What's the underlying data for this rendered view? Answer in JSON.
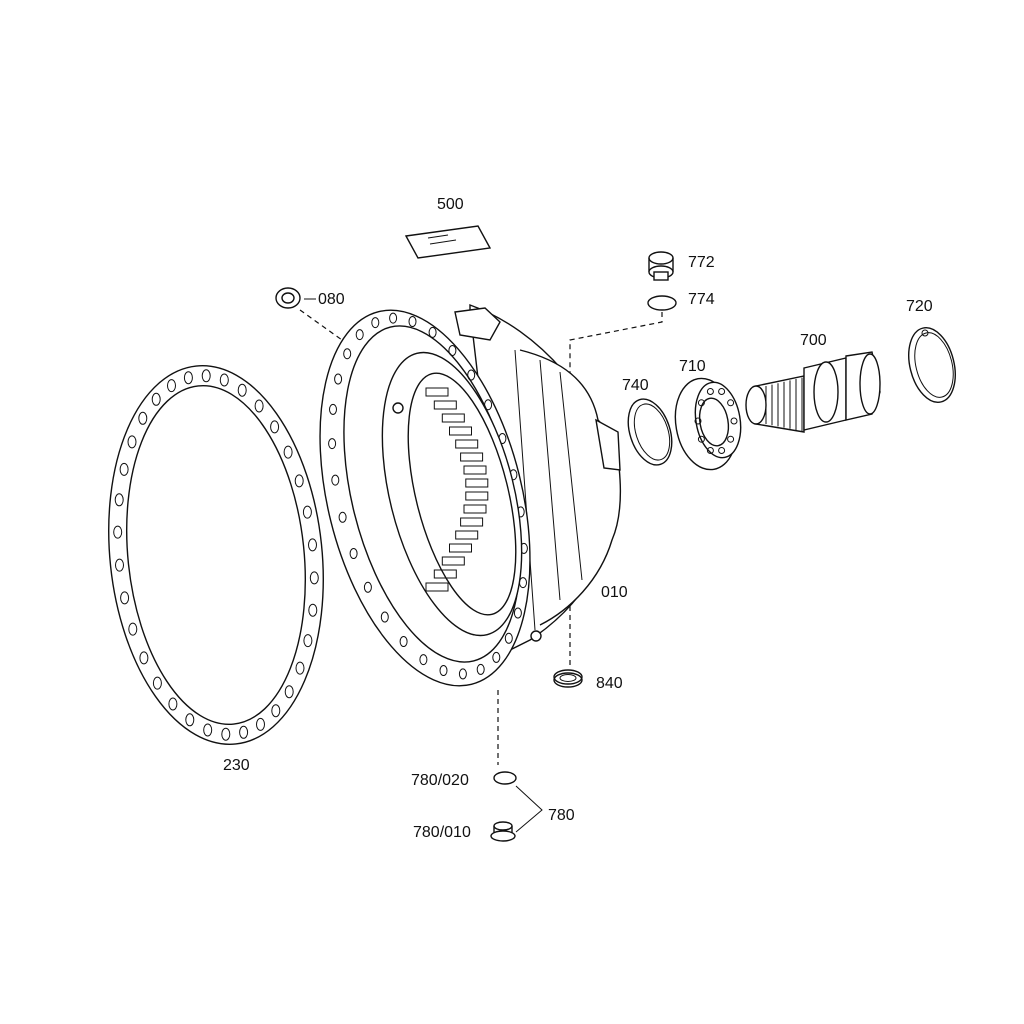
{
  "callouts": {
    "p500": "500",
    "p772": "772",
    "p774": "774",
    "p080": "080",
    "p720": "720",
    "p700": "700",
    "p710": "710",
    "p740": "740",
    "p010": "010",
    "p840": "840",
    "p230": "230",
    "p780_020": "780/020",
    "p780": "780",
    "p780_010": "780/010"
  },
  "colors": {
    "ink": "#111111",
    "paper": "#ffffff"
  }
}
